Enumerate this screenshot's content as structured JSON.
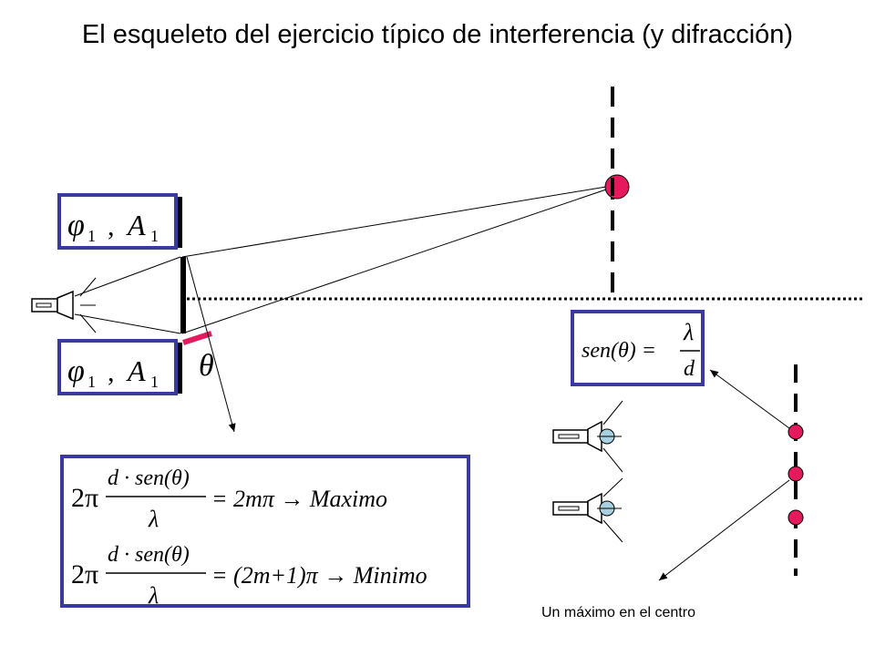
{
  "title": "El esqueleto del ejercicio típico de interferencia (y difracción)",
  "caption": "Un máximo en el centro",
  "colors": {
    "box_border": "#3a3a9c",
    "slit_marker": "#e6195f",
    "dot_red": "#e6195f",
    "dot_blue": "#a8d0e0",
    "lines": "#000000"
  },
  "labels": {
    "slit_top": {
      "sym": "φ",
      "sub1": "1",
      "sep": ",",
      "amp": "A",
      "sub2": "1"
    },
    "slit_bottom": {
      "sym": "φ",
      "sub1": "1",
      "sep": ",",
      "amp": "A",
      "sub2": "1"
    },
    "theta": "θ"
  },
  "formula_sen": {
    "lhs": "sen(θ) =",
    "num": "λ",
    "den": "d"
  },
  "formula_main": {
    "row1": {
      "pre": "2π",
      "num": "d · sen(θ)",
      "den": "λ",
      "rhs": "= 2mπ → Maximo"
    },
    "row2": {
      "pre": "2π",
      "num": "d · sen(θ)",
      "den": "λ",
      "rhs": "= (2m+1)π → Minimo"
    }
  },
  "icons": [
    "flashlight-icon",
    "flashlight-icon",
    "flashlight-icon"
  ]
}
